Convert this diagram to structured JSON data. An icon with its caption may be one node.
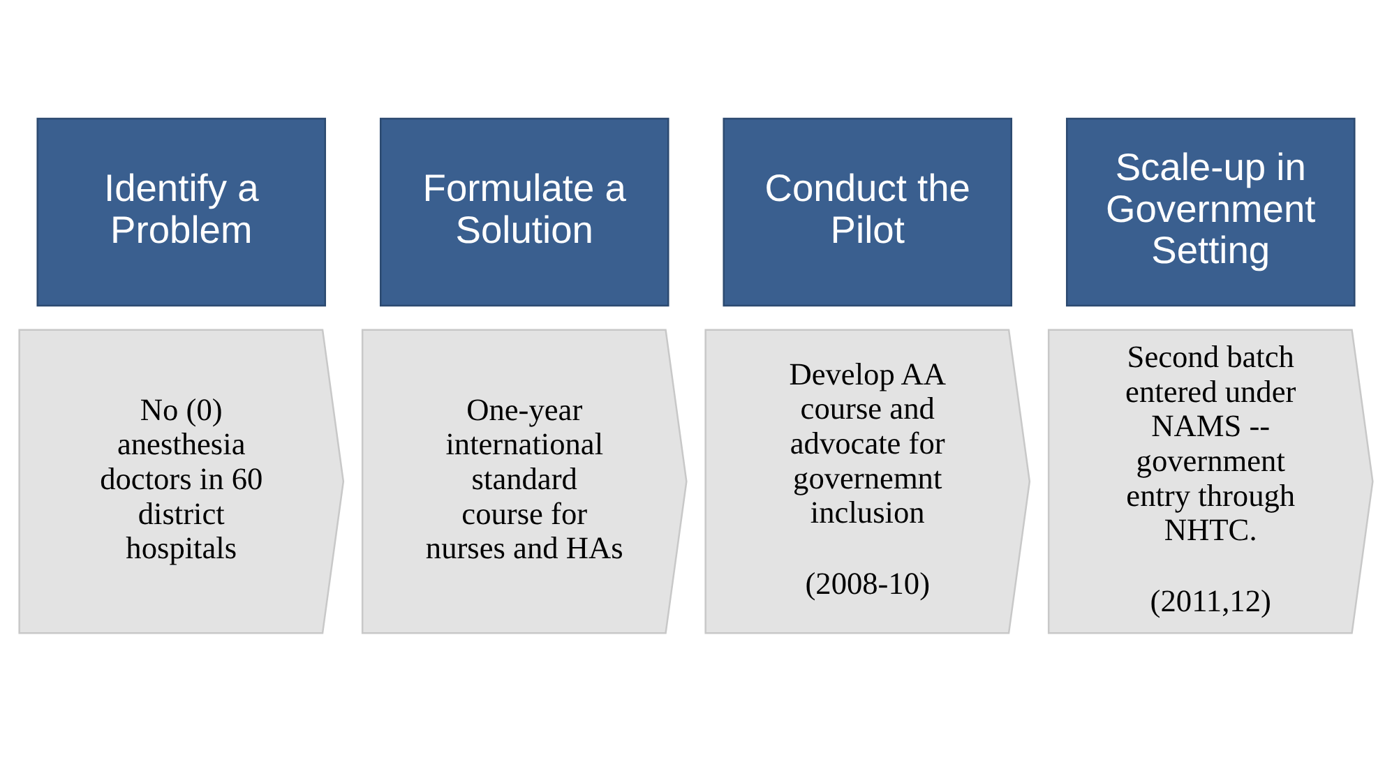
{
  "diagram": {
    "nodes": [
      {
        "text": [
          "Identify a Problem"
        ]
      },
      {
        "text": [
          "No (0) anesthesia doctors in 60 district hospitals"
        ]
      },
      {
        "text": [
          "Formulate a Solution"
        ]
      },
      {
        "text": [
          "One-year international standard course for nurses and HAs"
        ]
      },
      {
        "text": [
          "Conduct the Pilot"
        ]
      },
      {
        "text": [
          "Develop AA course and advocate for governemnt inclusion",
          "(2008-10)"
        ]
      },
      {
        "text": [
          "Scale-up in Government Setting"
        ]
      },
      {
        "text": [
          "Second batch entered under NAMS -- government entry through NHTC.",
          "(2011,12)"
        ]
      }
    ]
  }
}
